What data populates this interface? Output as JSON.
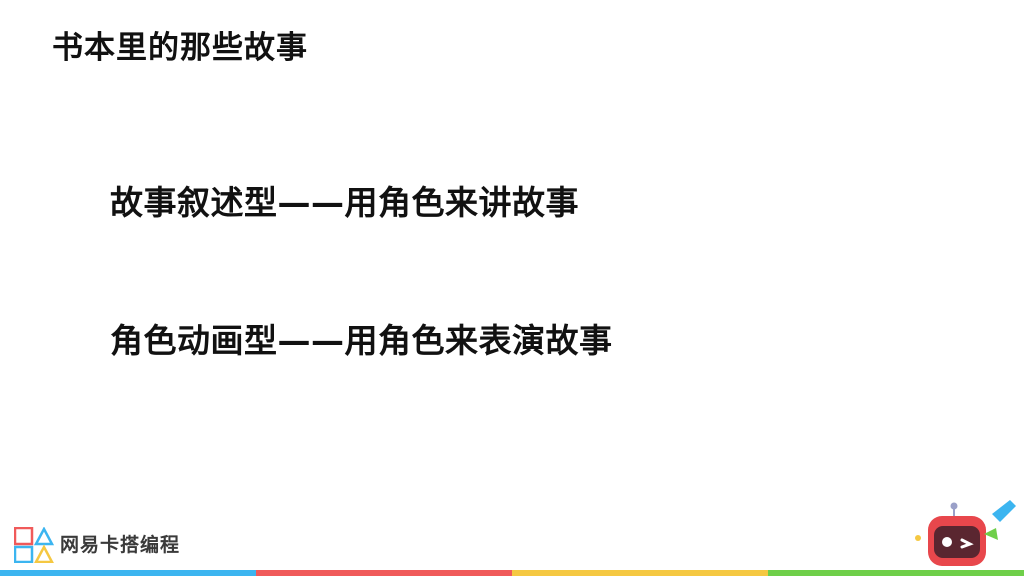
{
  "slide": {
    "title": "书本里的那些故事",
    "lines": [
      "故事叙述型——用角色来讲故事",
      "角色动画型——用角色来表演故事"
    ]
  },
  "footer": {
    "brand_name": "网易卡搭编程",
    "logo_icon": "kada-logo-icon",
    "mascot_icon": "robot-mascot-icon",
    "stripe_colors": [
      "#3cb5f0",
      "#f05a5a",
      "#f5c842",
      "#6fcf4a"
    ]
  },
  "colors": {
    "text": "#111111",
    "brand_text": "#3a3a3a"
  }
}
